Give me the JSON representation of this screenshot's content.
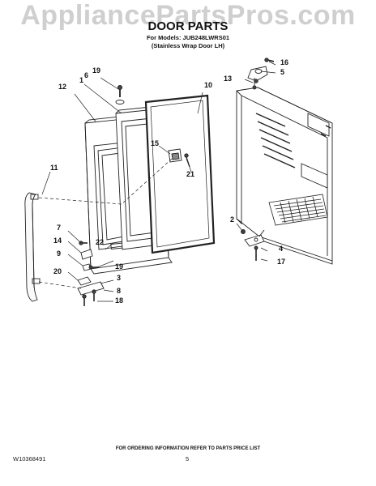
{
  "watermark": "AppliancePartsPros.com",
  "header": {
    "title": "DOOR PARTS",
    "models_line": "For Models: JUB248LWRS01",
    "variant_line": "(Stainless Wrap Door LH)"
  },
  "callouts": {
    "c1": "1",
    "c2": "2",
    "c3": "3",
    "c4": "4",
    "c5": "5",
    "c6": "6",
    "c7": "7",
    "c8": "8",
    "c9": "9",
    "c10": "10",
    "c11": "11",
    "c12": "12",
    "c13": "13",
    "c14": "14",
    "c15": "15",
    "c16": "16",
    "c17": "17",
    "c18": "18",
    "c19a": "19",
    "c19b": "19",
    "c20": "20",
    "c21": "21",
    "c22": "22"
  },
  "footer": {
    "ordering_note": "FOR ORDERING INFORMATION REFER TO PARTS PRICE LIST",
    "doc_number": "W10368491",
    "page_number": "5"
  }
}
